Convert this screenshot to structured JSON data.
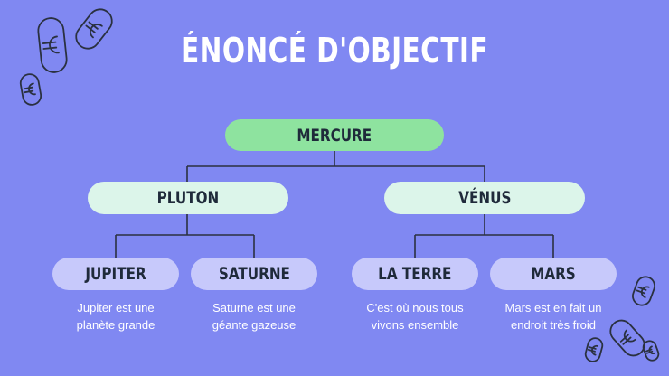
{
  "slide": {
    "title": "ÉNONCÉ D'OBJECTIF",
    "root": "MERCURE",
    "branches": [
      {
        "label": "PLUTON",
        "children": [
          {
            "label": "JUPITER",
            "description_line1": "Jupiter est une",
            "description_line2": "planète grande"
          },
          {
            "label": "SATURNE",
            "description_line1": "Saturne est une",
            "description_line2": "géante gazeuse"
          }
        ]
      },
      {
        "label": "VÉNUS",
        "children": [
          {
            "label": "LA TERRE",
            "description_line1": "C'est où nous tous",
            "description_line2": "vivons ensemble"
          },
          {
            "label": "MARS",
            "description_line1": "Mars est en fait un",
            "description_line2": "endroit très froid"
          }
        ]
      }
    ]
  },
  "colors": {
    "background": "#8088f2",
    "root_fill": "#8ee39f",
    "branch_fill": "#dcf5ea",
    "leaf_fill": "#c7c9fb",
    "connector": "#2a3140",
    "text_dark": "#1f2a3a",
    "text_light": "#ffffff"
  },
  "decorations": [
    "euro-coin-icon",
    "euro-coin-icon",
    "euro-coin-icon",
    "euro-coin-icon",
    "euro-coin-icon",
    "euro-coin-icon",
    "euro-coin-icon"
  ]
}
